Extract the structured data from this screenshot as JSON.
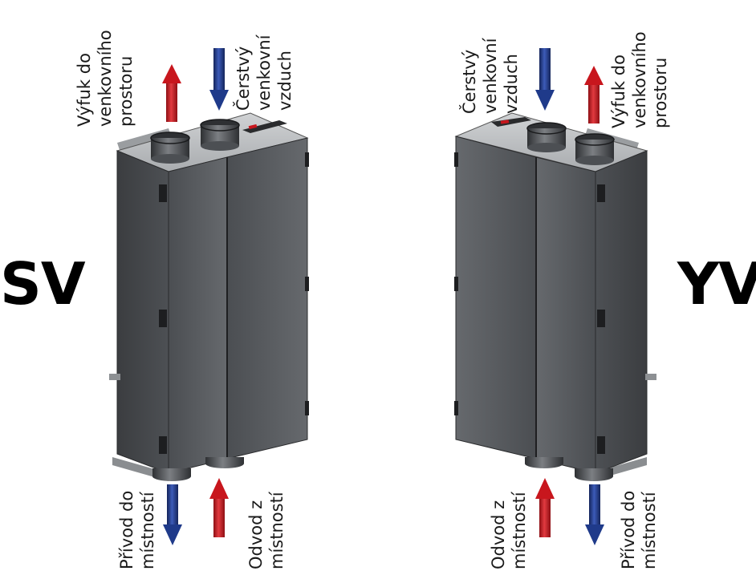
{
  "left_unit": {
    "code": "SV",
    "top_outlet": [
      "Výfuk do",
      "venkovního",
      "prostoru"
    ],
    "top_inlet": [
      "Čerstvý",
      "venkovní",
      "vzduch"
    ],
    "bottom_supply": [
      "Přívod do",
      "místností"
    ],
    "bottom_extract": [
      "Odvod z",
      "místností"
    ]
  },
  "right_unit": {
    "code": "YV",
    "top_inlet": [
      "Čerstvý",
      "venkovní",
      "vzduch"
    ],
    "top_outlet": [
      "Výfuk do",
      "venkovního",
      "prostoru"
    ],
    "bottom_extract": [
      "Odvod z",
      "místností"
    ],
    "bottom_supply": [
      "Přívod do",
      "místností"
    ]
  },
  "colors": {
    "warm_arrow": "#c8161d",
    "cold_arrow": "#1f3a8a",
    "body": "#5a5d61"
  }
}
